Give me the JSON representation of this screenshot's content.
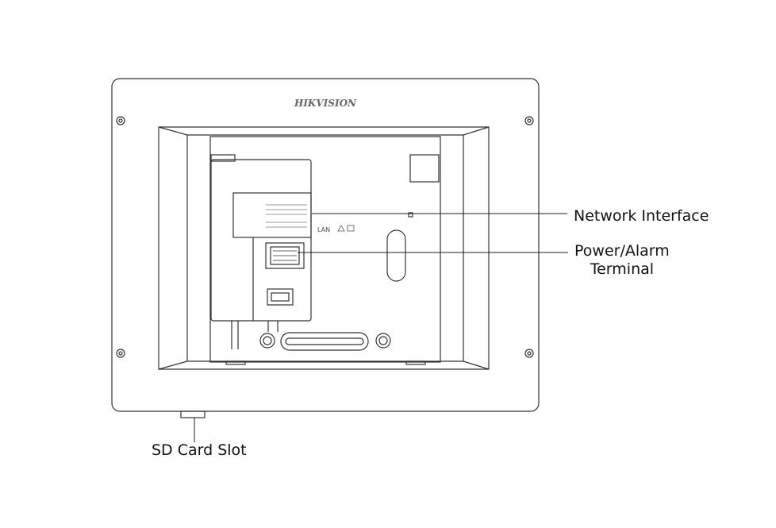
{
  "brand": "HIKVISION",
  "port_text": "LAN",
  "labels": {
    "network_interface": "Network Interface",
    "power_alarm_line1": "Power/Alarm",
    "power_alarm_line2": "Terminal",
    "sd_card_slot": "SD Card Slot"
  },
  "colors": {
    "stroke": "#333333",
    "background": "#ffffff"
  }
}
